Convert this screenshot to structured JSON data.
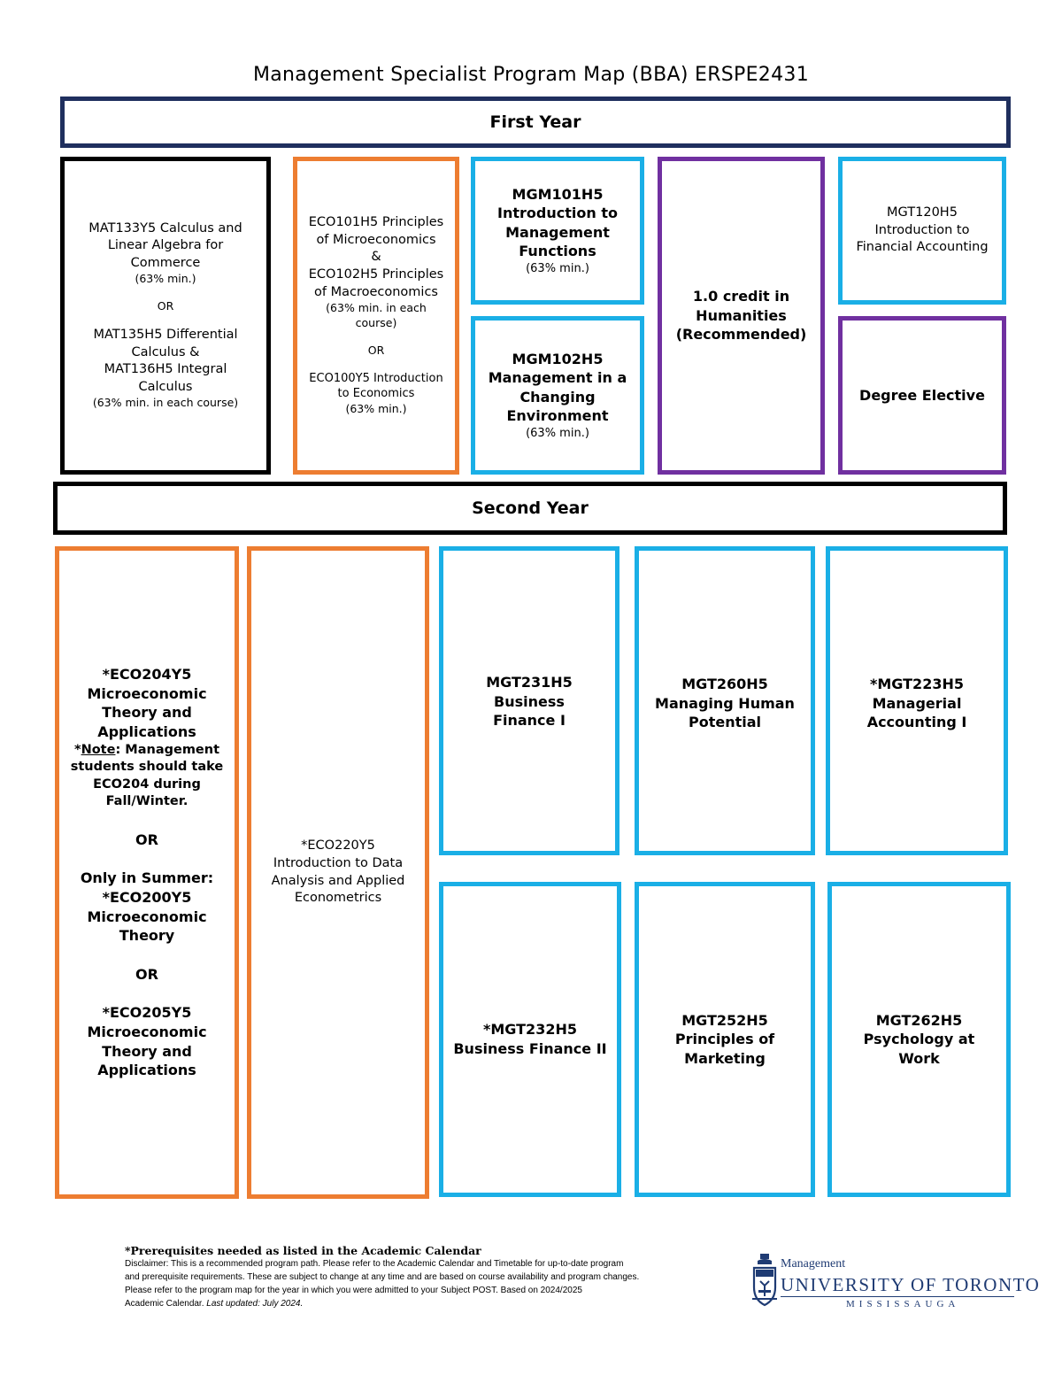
{
  "title": "Management Specialist Program Map (BBA) ERSPE2431",
  "first_year": {
    "heading": "First Year",
    "mat": {
      "l1": "MAT133Y5 Calculus and",
      "l2": "Linear Algebra for",
      "l3": "Commerce",
      "l4": "(63% min.)",
      "or": "OR",
      "l5": "MAT135H5 Differential",
      "l6": "Calculus &",
      "l7": "MAT136H5 Integral",
      "l8": "Calculus",
      "l9": "(63% min. in each course)"
    },
    "eco": {
      "l1": "ECO101H5 Principles",
      "l2": "of Microeconomics",
      "l3": "&",
      "l4": "ECO102H5 Principles",
      "l5": "of Macroeconomics",
      "l6": "(63% min. in each",
      "l7": "course)",
      "or": "OR",
      "l8": "ECO100Y5 Introduction",
      "l9": "to Economics",
      "l10": "(63% min.)"
    },
    "mgm101": {
      "l1": "MGM101H5",
      "l2": "Introduction to",
      "l3": "Management",
      "l4": "Functions",
      "l5": "(63% min.)"
    },
    "mgm102": {
      "l1": "MGM102H5",
      "l2": "Management in a",
      "l3": "Changing",
      "l4": "Environment",
      "l5": "(63% min.)"
    },
    "humanities": {
      "l1": "1.0 credit in",
      "l2": "Humanities",
      "l3": "(Recommended)"
    },
    "mgt120": {
      "l1": "MGT120H5",
      "l2": "Introduction to",
      "l3": "Financial Accounting"
    },
    "elective": "Degree Elective"
  },
  "second_year": {
    "heading": "Second Year",
    "eco204": {
      "l1": "*ECO204Y5",
      "l2": "Microeconomic",
      "l3": "Theory and",
      "l4": "Applications",
      "note_star": "*",
      "note_word": "Note",
      "note_rest": ": Management",
      "l5": "students should take",
      "l6": "ECO204 during",
      "l7": "Fall/Winter.",
      "or1": "OR",
      "l8": "Only in Summer:",
      "l9": "*ECO200Y5",
      "l10": "Microeconomic",
      "l11": "Theory",
      "or2": "OR",
      "l12": "*ECO205Y5",
      "l13": "Microeconomic",
      "l14": "Theory and",
      "l15": "Applications"
    },
    "eco220": {
      "l1": "*ECO220Y5",
      "l2": "Introduction to Data",
      "l3": "Analysis and Applied",
      "l4": "Econometrics"
    },
    "mgt231": {
      "l1": "MGT231H5 Business",
      "l2": "Finance I"
    },
    "mgt260": {
      "l1": "MGT260H5",
      "l2": "Managing Human",
      "l3": "Potential"
    },
    "mgt223": {
      "l1": "*MGT223H5",
      "l2": "Managerial",
      "l3": "Accounting I"
    },
    "mgt232": {
      "l1": "*MGT232H5",
      "l2": "Business Finance II"
    },
    "mgt252": {
      "l1": "MGT252H5",
      "l2": "Principles of",
      "l3": "Marketing"
    },
    "mgt262": {
      "l1": "MGT262H5",
      "l2": "Psychology at Work"
    }
  },
  "footer": {
    "prereq": "*Prerequisites needed as listed in the Academic Calendar",
    "d1": "Disclaimer: This is a recommended program path. Please refer to the Academic Calendar and Timetable for up-to-date program",
    "d2": "and prerequisite requirements. These are subject to change at any time and are based on course availability and program changes.",
    "d3": "Please refer to the program map for the year in which you were admitted to your Subject POST. Based on 2024/2025",
    "d4_plain": "Academic Calendar. ",
    "d4_italic": "Last updated: July 2024."
  },
  "logo": {
    "management": "Management",
    "university": "UNIVERSITY OF TORONTO",
    "campus": "MISSISSAUGA"
  },
  "colors": {
    "black_border": "#000000",
    "orange_border": "#ED7D31",
    "blue_border": "#1AAFE6",
    "purple_border": "#7030A0",
    "navy_border": "#1F2F5E"
  }
}
